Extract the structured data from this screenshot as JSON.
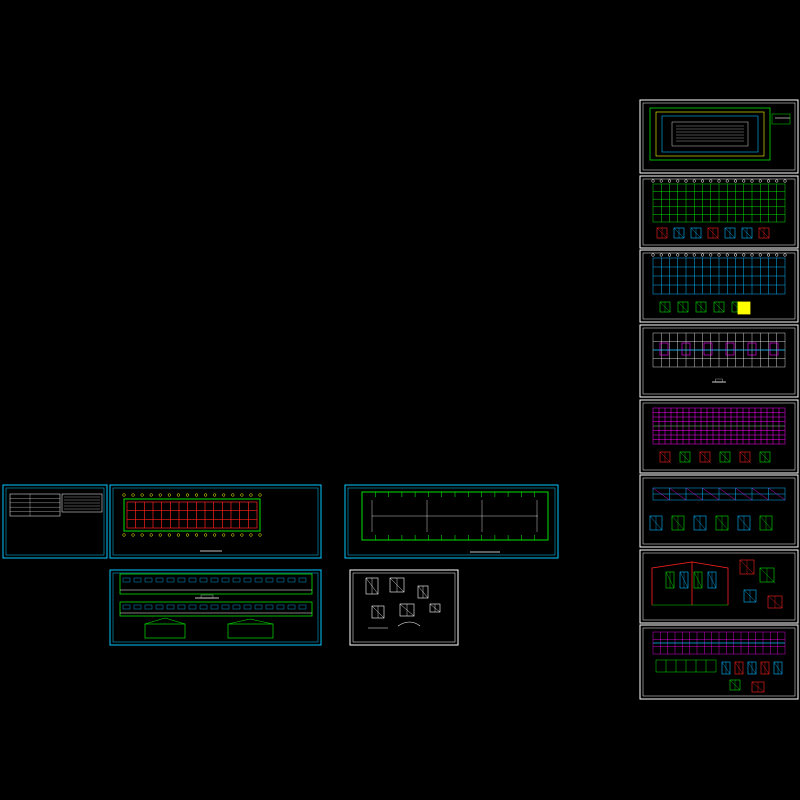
{
  "drawing": {
    "background": "#000000",
    "colors": {
      "frame": "#ffffff",
      "sheet_border": "#00c8ff",
      "grid": "#00e000",
      "grid_alt": "#00b8ff",
      "beam": "#ff2020",
      "accent": "#ffff00",
      "magenta": "#ff00ff",
      "white": "#ffffff"
    },
    "sheets": [
      "sheet-cover-notes",
      "sheet-foundation-plan",
      "sheet-roof-framing-plan",
      "sheet-elevations",
      "sheet-details",
      "sheet-right-1",
      "sheet-right-2",
      "sheet-right-3",
      "sheet-right-4",
      "sheet-right-5",
      "sheet-right-6",
      "sheet-right-7",
      "sheet-right-8"
    ]
  }
}
